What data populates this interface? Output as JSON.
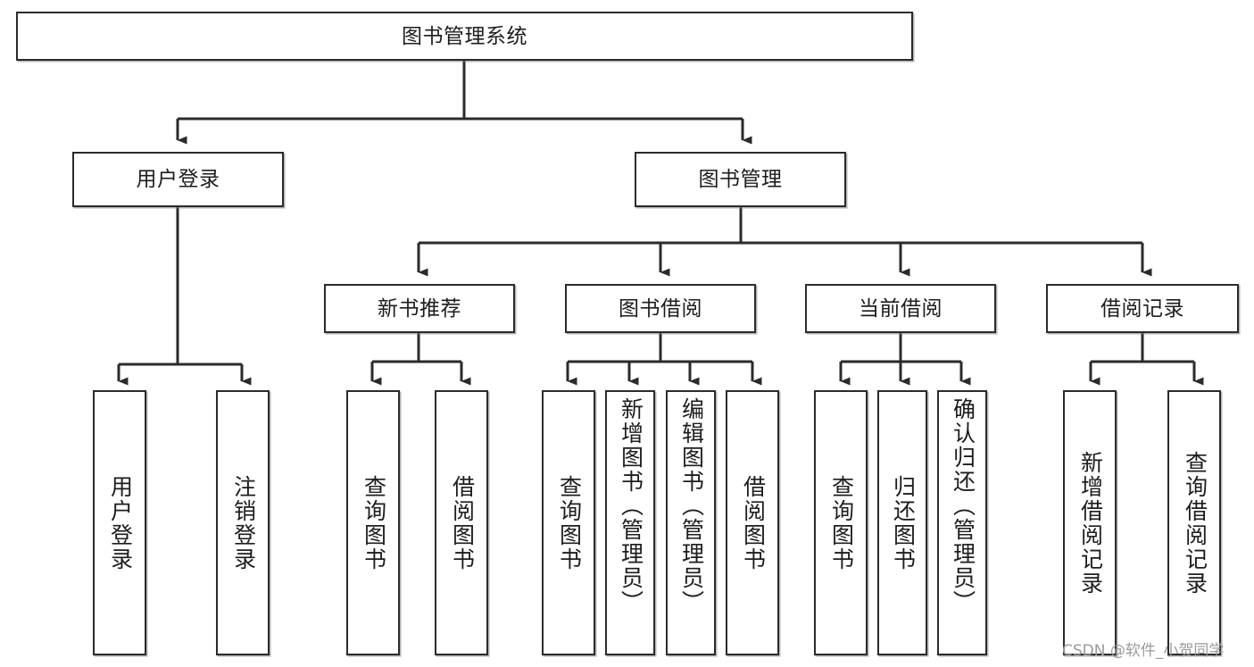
{
  "diagram": {
    "type": "hierarchy-tree",
    "title": "图书管理系统",
    "watermark": "CSDN @软件_小贺同学",
    "colors": {
      "box_border": "#2b2b2b",
      "box_fill": "#ffffff",
      "connector": "#2b2b2b",
      "text": "#1d1d1d",
      "watermark": "#9a9a9a"
    },
    "nodes": {
      "root": {
        "label": "图书管理系统"
      },
      "level2": [
        {
          "id": "user-login",
          "label": "用户登录"
        },
        {
          "id": "book-management",
          "label": "图书管理"
        }
      ],
      "level3": [
        {
          "id": "new-book-recommend",
          "label": "新书推荐"
        },
        {
          "id": "book-borrow",
          "label": "图书借阅"
        },
        {
          "id": "current-borrow",
          "label": "当前借阅"
        },
        {
          "id": "borrow-record",
          "label": "借阅记录"
        }
      ],
      "leaves": {
        "user_login": [
          {
            "id": "leaf-user-login",
            "label": "用户登录"
          },
          {
            "id": "leaf-logout-login",
            "label": "注销登录"
          }
        ],
        "new_book_recommend": [
          {
            "id": "leaf-query-book-1",
            "label": "查询图书"
          },
          {
            "id": "leaf-borrow-book-1",
            "label": "借阅图书"
          }
        ],
        "book_borrow": [
          {
            "id": "leaf-query-book-2",
            "label": "查询图书"
          },
          {
            "id": "leaf-add-book",
            "label": "新增图书（管理员）"
          },
          {
            "id": "leaf-edit-book",
            "label": "编辑图书（管理员）"
          },
          {
            "id": "leaf-borrow-book-2",
            "label": "借阅图书"
          }
        ],
        "current_borrow": [
          {
            "id": "leaf-query-book-3",
            "label": "查询图书"
          },
          {
            "id": "leaf-return-book",
            "label": "归还图书"
          },
          {
            "id": "leaf-confirm-return",
            "label": "确认归还（管理员）"
          }
        ],
        "borrow_record": [
          {
            "id": "leaf-add-record",
            "label": "新增借阅记录"
          },
          {
            "id": "leaf-query-record",
            "label": "查询借阅记录"
          }
        ]
      }
    }
  }
}
